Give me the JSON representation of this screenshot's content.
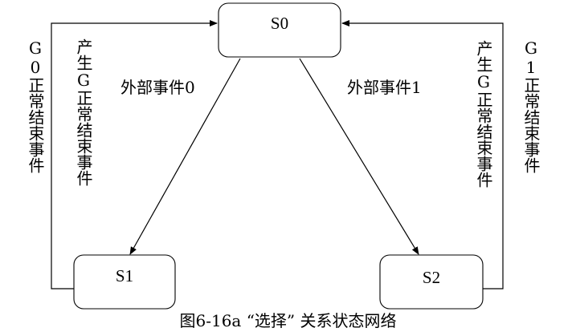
{
  "diagram": {
    "nodes": {
      "s0": "S0",
      "s1": "S1",
      "s2": "S2"
    },
    "edges": {
      "event0": "外部事件0",
      "event1": "外部事件1",
      "g0_done": "G0正常结束事件",
      "g_gen_left": "产生G正常结束事件",
      "g_gen_right": "产生G正常结束事件",
      "g1_done": "G1正常结束事件"
    }
  },
  "caption": "图6-16a “选择” 关系状态网络"
}
